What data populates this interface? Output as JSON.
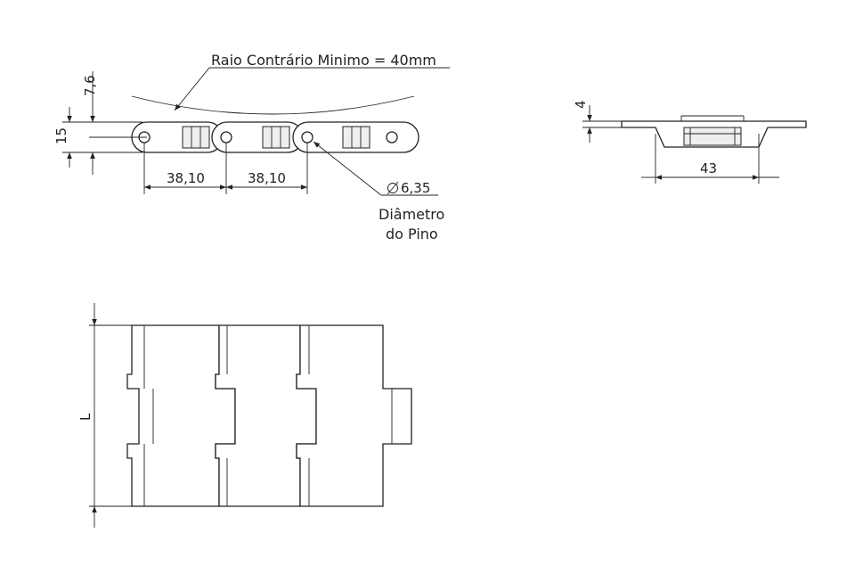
{
  "labels": {
    "min_radius": "Raio Contrário Minimo = 40mm",
    "pin_diameter": "6,35",
    "pin_caption_line1": "Diâmetro",
    "pin_caption_line2": "do Pino",
    "length": "L"
  },
  "dimensions": {
    "pitch_1": "38,10",
    "pitch_2": "38,10",
    "height_total": "15",
    "height_top": "7,6",
    "side_thickness": "4",
    "side_width": "43"
  },
  "symbols": {
    "diameter": "diameter-symbol"
  }
}
